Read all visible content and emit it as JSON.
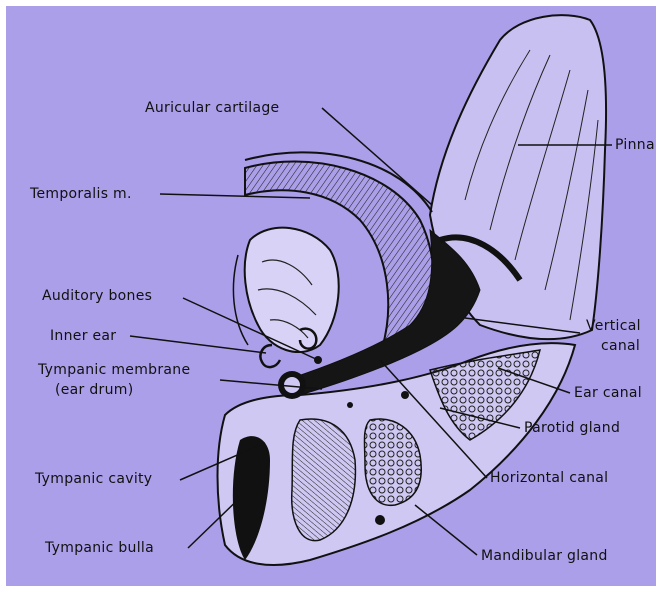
{
  "diagram": {
    "colors": {
      "background": "#ab9fe9",
      "ink": "#111111"
    },
    "labels": {
      "auricular_cartilage": "Auricular cartilage",
      "pinna": "Pinna",
      "temporalis": "Temporalis m.",
      "auditory_bones": "Auditory bones",
      "inner_ear": "Inner ear",
      "tympanic_membrane": "Tympanic membrane",
      "ear_drum": "(ear drum)",
      "vertical_canal_1": "Vertical",
      "vertical_canal_2": "canal",
      "ear_canal": "Ear canal",
      "parotid_gland": "Parotid gland",
      "tympanic_cavity": "Tympanic cavity",
      "horizontal_canal": "Horizontal canal",
      "tympanic_bulla": "Tympanic bulla",
      "mandibular_gland": "Mandibular gland"
    }
  }
}
